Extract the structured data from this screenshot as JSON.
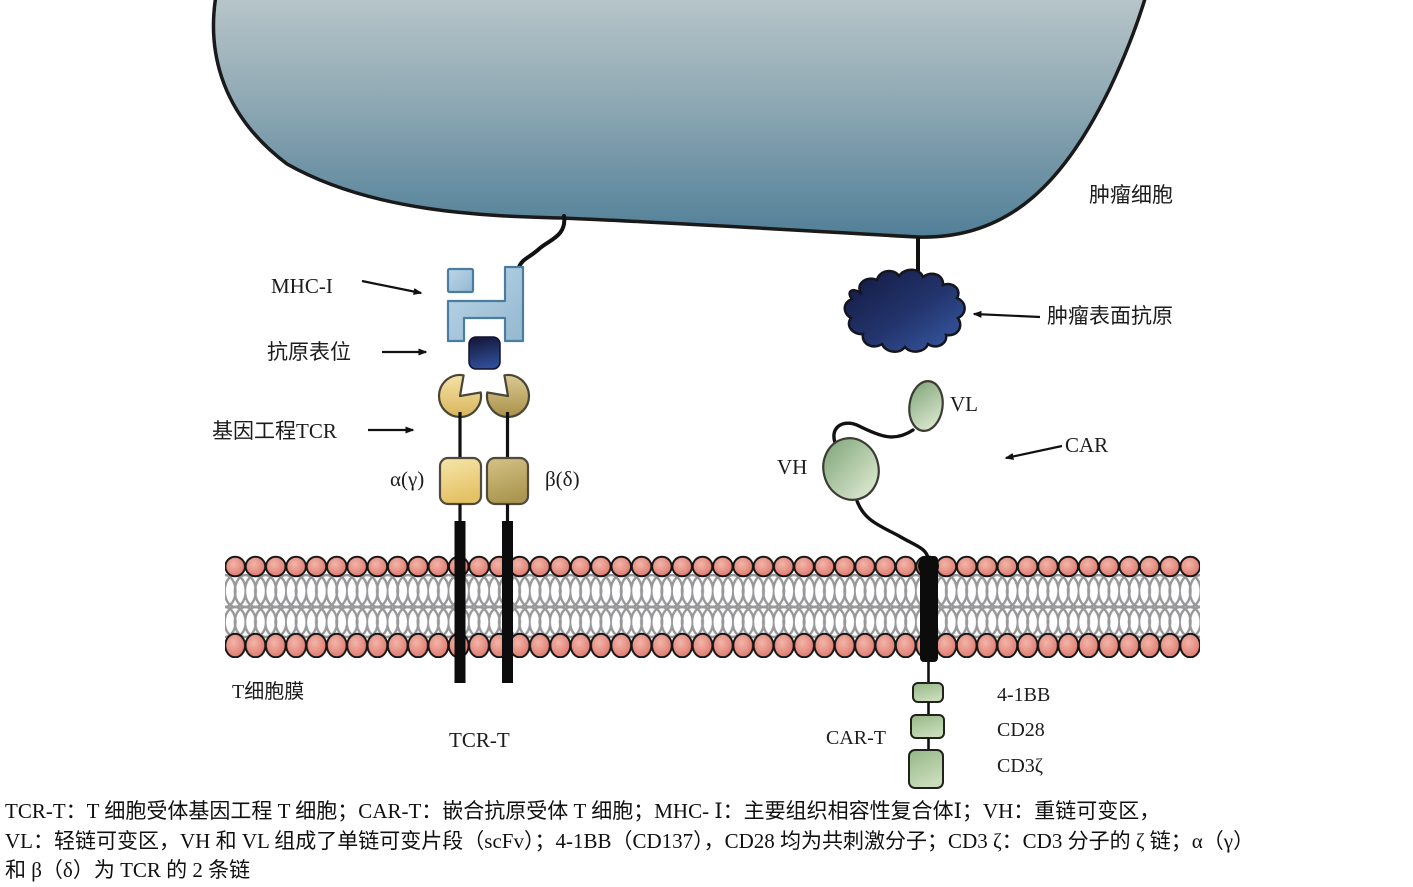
{
  "figure": {
    "type": "biology-schematic",
    "title_implicit": "TCR-T 与 CAR-T 细胞结构示意图"
  },
  "diagram": {
    "tumor_cell_label": "肿瘤细胞",
    "tumor_surface_antigen_label": "肿瘤表面抗原",
    "mhc_label": "MHC-I",
    "epitope_label": "抗原表位",
    "engineered_tcr_label": "基因工程TCR",
    "alpha_chain_label": "α(γ)",
    "beta_chain_label": "β(δ)",
    "vl_label": "VL",
    "vh_label": "VH",
    "car_label": "CAR",
    "t_cell_membrane_label": "T细胞膜",
    "tcr_t_label": "TCR-T",
    "car_t_label": "CAR-T",
    "costim": {
      "b41bb": "4-1BB",
      "cd28": "CD28",
      "cd3zeta": "CD3ζ"
    }
  },
  "caption": {
    "line1": "TCR-T：T 细胞受体基因工程 T 细胞；CAR-T：嵌合抗原受体 T 细胞；MHC- Ⅰ：主要组织相容性复合体Ⅰ；VH：重链可变区，",
    "line2": "VL：轻链可变区，VH 和 VL 组成了单链可变片段（scFv）；4-1BB（CD137），CD28 均为共刺激分子；CD3 ζ：CD3 分子的 ζ 链；α（γ）",
    "line3": "和 β（δ）为 TCR 的 2 条链"
  },
  "colors": {
    "tumor_cell_top": "#b9c8cb",
    "tumor_cell_bottom": "#4f7e97",
    "antigen_cloud_dark": "#151c4a",
    "antigen_cloud_light": "#32549e",
    "epitope_dark": "#141537",
    "epitope_light": "#2e4d95",
    "mhc_fill": "#aecde2",
    "mhc_stroke": "#4b7da1",
    "pacman_left": "#e9cb76",
    "pacman_right": "#c3ab62",
    "alpha_box": "#eed188",
    "beta_box": "#c0ab68",
    "lipid_head": "#dd7268",
    "lipid_tail": "#98989a",
    "green_domain": "#a5c297",
    "outline_black": "#1a1a1a"
  }
}
